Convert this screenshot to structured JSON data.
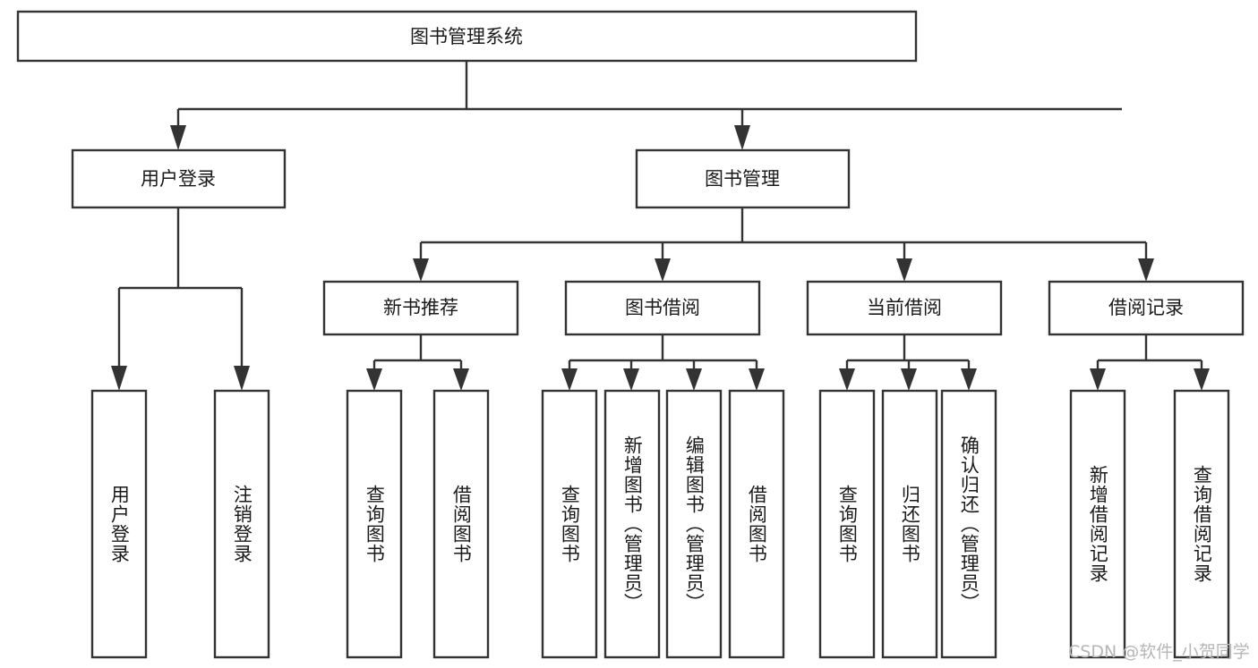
{
  "diagram": {
    "title_node": {
      "label": "图书管理系统"
    },
    "level1": [
      {
        "key": "user_login",
        "label": "用户登录"
      },
      {
        "key": "book_manage",
        "label": "图书管理"
      }
    ],
    "level2": [
      {
        "key": "new_book_rec",
        "label": "新书推荐"
      },
      {
        "key": "book_borrow",
        "label": "图书借阅"
      },
      {
        "key": "current_borrow",
        "label": "当前借阅"
      },
      {
        "key": "borrow_record",
        "label": "借阅记录"
      }
    ],
    "leaves": [
      {
        "key": "leaf-user-login",
        "label": "用户登录",
        "parent": "user_login"
      },
      {
        "key": "leaf-logout-login",
        "label": "注销登录",
        "parent": "user_login"
      },
      {
        "key": "leaf-query-book-1",
        "label": "查询图书",
        "parent": "new_book_rec"
      },
      {
        "key": "leaf-borrow-book-1",
        "label": "借阅图书",
        "parent": "new_book_rec"
      },
      {
        "key": "leaf-query-book-2",
        "label": "查询图书",
        "parent": "book_borrow"
      },
      {
        "key": "leaf-add-book",
        "label": "新增图书（管理员）",
        "parent": "book_borrow"
      },
      {
        "key": "leaf-edit-book",
        "label": "编辑图书（管理员）",
        "parent": "book_borrow"
      },
      {
        "key": "leaf-borrow-book-2",
        "label": "借阅图书",
        "parent": "book_borrow"
      },
      {
        "key": "leaf-query-book-3",
        "label": "查询图书",
        "parent": "current_borrow"
      },
      {
        "key": "leaf-return-book",
        "label": "归还图书",
        "parent": "current_borrow"
      },
      {
        "key": "leaf-confirm-return",
        "label": "确认归还（管理员）",
        "parent": "current_borrow"
      },
      {
        "key": "leaf-add-record",
        "label": "新增借阅记录",
        "parent": "borrow_record"
      },
      {
        "key": "leaf-query-record",
        "label": "查询借阅记录",
        "parent": "borrow_record"
      }
    ],
    "colors": {
      "box_stroke": "#333333",
      "box_fill": "#ffffff",
      "text": "#1a1a1a",
      "watermark": "#b6b6b6",
      "background": "#ffffff"
    }
  },
  "watermark": {
    "text": "CSDN @软件_小贺同学"
  }
}
